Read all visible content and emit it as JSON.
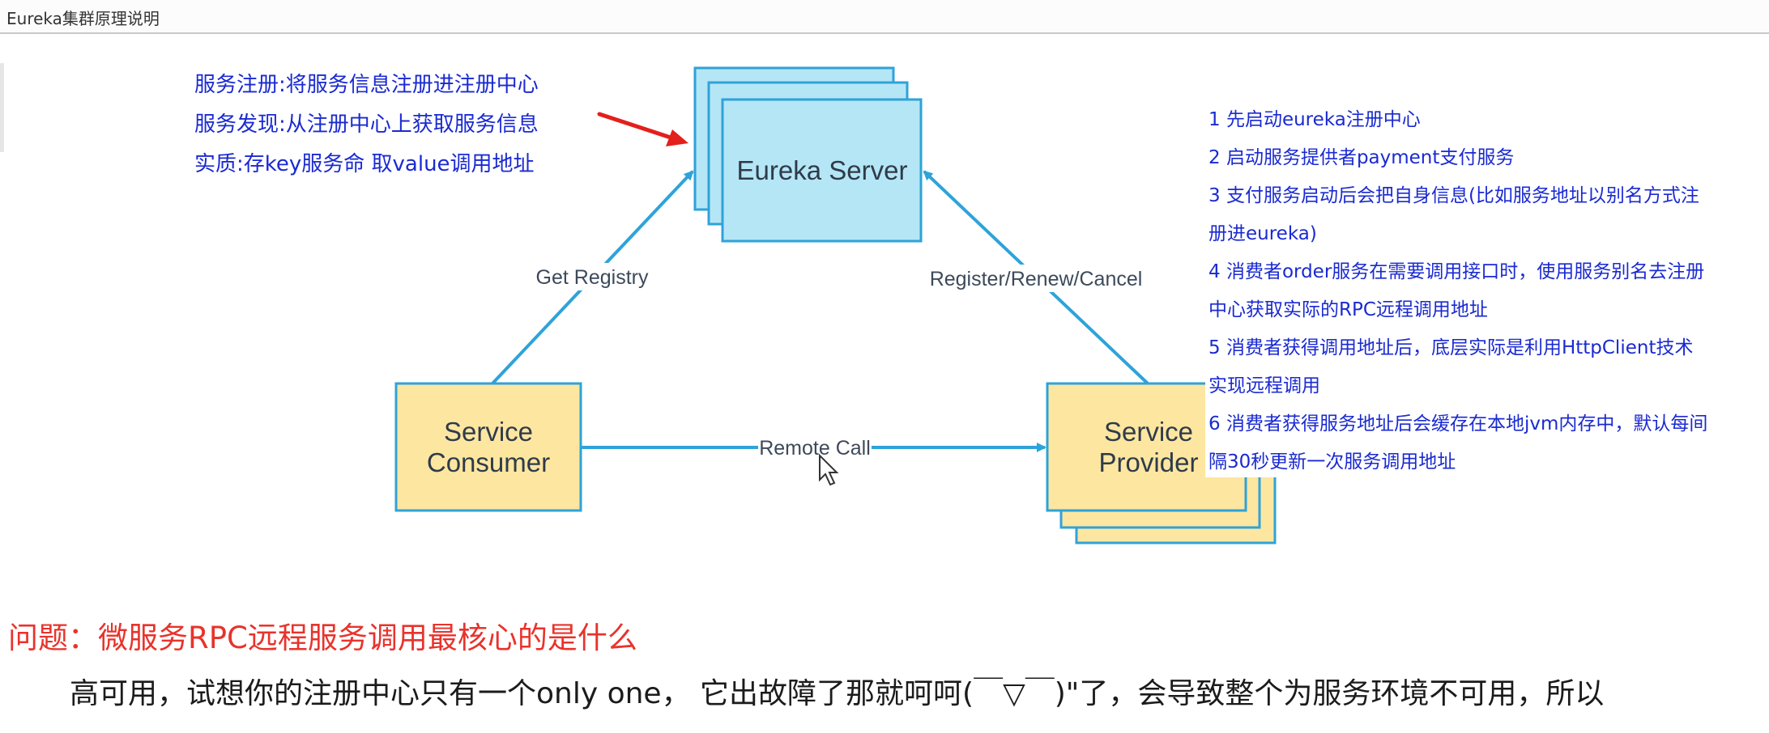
{
  "window": {
    "title": "Eureka集群原理说明"
  },
  "notes": [
    "服务注册:将服务信息注册进注册中心",
    "服务发现:从注册中心上获取服务信息",
    "实质:存key服务命 取value调用地址"
  ],
  "diagram": {
    "server_label": "Eureka Server",
    "consumer_label_1": "Service",
    "consumer_label_2": "Consumer",
    "provider_label_1": "Service",
    "provider_label_2": "Provider",
    "edge_get_registry": "Get Registry",
    "edge_register": "Register/Renew/Cancel",
    "edge_remote_call": "Remote Call",
    "colors": {
      "server_fill": "#b5e6f6",
      "server_stroke": "#2ea3d9",
      "service_fill": "#fde6a0",
      "service_stroke": "#2ea3d9",
      "arrow": "#2ea3d9",
      "annotation_arrow": "#e3201b"
    }
  },
  "steps": [
    "1 先启动eureka注册中心",
    "2 启动服务提供者payment支付服务",
    "3 支付服务启动后会把自身信息(比如服务地址以别名方式注",
    "册进eureka)",
    "4 消费者order服务在需要调用接口时，使用服务别名去注册",
    "中心获取实际的RPC远程调用地址",
    "5 消费者获得调用地址后，底层实际是利用HttpClient技术",
    "实现远程调用",
    "6 消费者获得服务地址后会缓存在本地jvm内存中，默认每间",
    "隔30秒更新一次服务调用地址"
  ],
  "question": "问题：微服务RPC远程服务调用最核心的是什么",
  "answer": "高可用，试想你的注册中心只有一个only one， 它出故障了那就呵呵(￣▽￣)\"了，会导致整个为服务环境不可用，所以"
}
